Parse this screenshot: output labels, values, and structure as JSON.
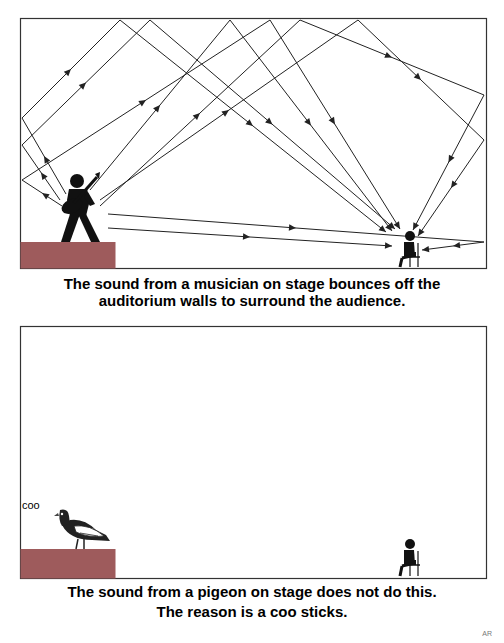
{
  "diagram": {
    "labels": [
      "The sound from a musician on stage bounces off the auditorium walls to surround the audience.",
      "coo",
      "The sound from a pigeon on stage does not do this.",
      "The reason is a coo sticks.",
      "AR"
    ]
  }
}
